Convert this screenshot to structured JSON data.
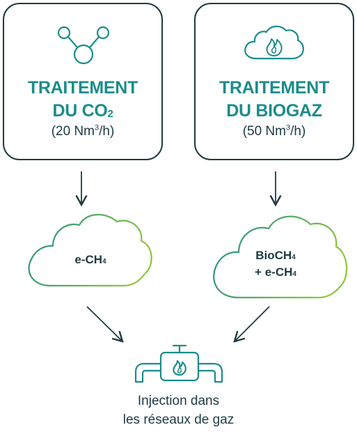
{
  "boxes": {
    "left": {
      "title_line1": "TRAITEMENT",
      "title_line2": "DU CO",
      "title_sub": "2",
      "rate_prefix": "(20 Nm",
      "rate_sup": "3",
      "rate_suffix": "/h)"
    },
    "right": {
      "title_line1": "TRAITEMENT",
      "title_line2": "DU BIOGAZ",
      "rate_prefix": "(50 Nm",
      "rate_sup": "3",
      "rate_suffix": "/h)"
    }
  },
  "clouds": {
    "left": {
      "text": "e-CH",
      "sub": "4"
    },
    "right": {
      "line1": "BioCH",
      "line1_sub": "4",
      "line2": "+ e-CH",
      "line2_sub": "4"
    }
  },
  "caption": {
    "line1": "Injection dans",
    "line2": "les réseaux de gaz"
  },
  "colors": {
    "teal": "#1b8c8b",
    "dark": "#1e3a42",
    "green": "#8dc63f"
  },
  "icons": [
    "molecule-icon",
    "cloud-flame-icon",
    "pipe-valve-icon"
  ]
}
